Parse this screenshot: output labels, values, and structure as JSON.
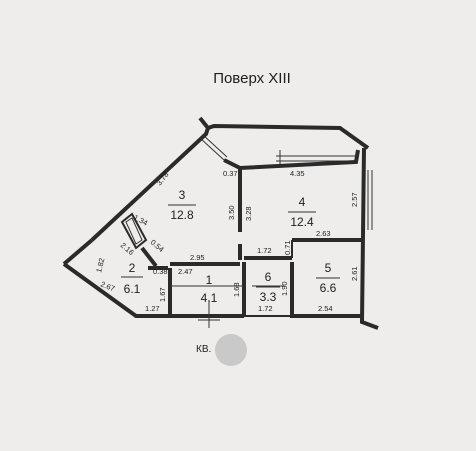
{
  "plan": {
    "title": "Поверх XIII",
    "apartment_label": "КВ.",
    "rooms": [
      {
        "id": "1",
        "number": "1",
        "area": "4.1"
      },
      {
        "id": "2",
        "number": "2",
        "area": "6.1"
      },
      {
        "id": "3",
        "number": "3",
        "area": "12.8"
      },
      {
        "id": "4",
        "number": "4",
        "area": "12.4"
      },
      {
        "id": "5",
        "number": "5",
        "area": "6.6"
      },
      {
        "id": "6",
        "number": "6",
        "area": "3.3"
      }
    ],
    "dimensions": [
      {
        "id": "d-378",
        "text": "3.78"
      },
      {
        "id": "d-037",
        "text": "0.37"
      },
      {
        "id": "d-435",
        "text": "4.35"
      },
      {
        "id": "d-257",
        "text": "2.57"
      },
      {
        "id": "d-350",
        "text": "3.50"
      },
      {
        "id": "d-328",
        "text": "3.28"
      },
      {
        "id": "d-134",
        "text": "1.34"
      },
      {
        "id": "d-216",
        "text": "2.16"
      },
      {
        "id": "d-054",
        "text": "0.54"
      },
      {
        "id": "d-182",
        "text": "1.82"
      },
      {
        "id": "d-295",
        "text": "2.95"
      },
      {
        "id": "d-172a",
        "text": "1.72"
      },
      {
        "id": "d-071",
        "text": "0.71"
      },
      {
        "id": "d-263",
        "text": "2.63"
      },
      {
        "id": "d-038",
        "text": "0.38"
      },
      {
        "id": "d-247",
        "text": "2.47"
      },
      {
        "id": "d-261",
        "text": "2.61"
      },
      {
        "id": "d-267",
        "text": "2.67"
      },
      {
        "id": "d-167",
        "text": "1.67"
      },
      {
        "id": "d-168",
        "text": "1.68"
      },
      {
        "id": "d-190",
        "text": "1.90"
      },
      {
        "id": "d-127",
        "text": "1.27"
      },
      {
        "id": "d-172b",
        "text": "1.72"
      },
      {
        "id": "d-254",
        "text": "2.54"
      }
    ]
  },
  "colors": {
    "background": "#eeedec",
    "wall": "#2a2a2a",
    "marker": "#c9c9c9"
  }
}
